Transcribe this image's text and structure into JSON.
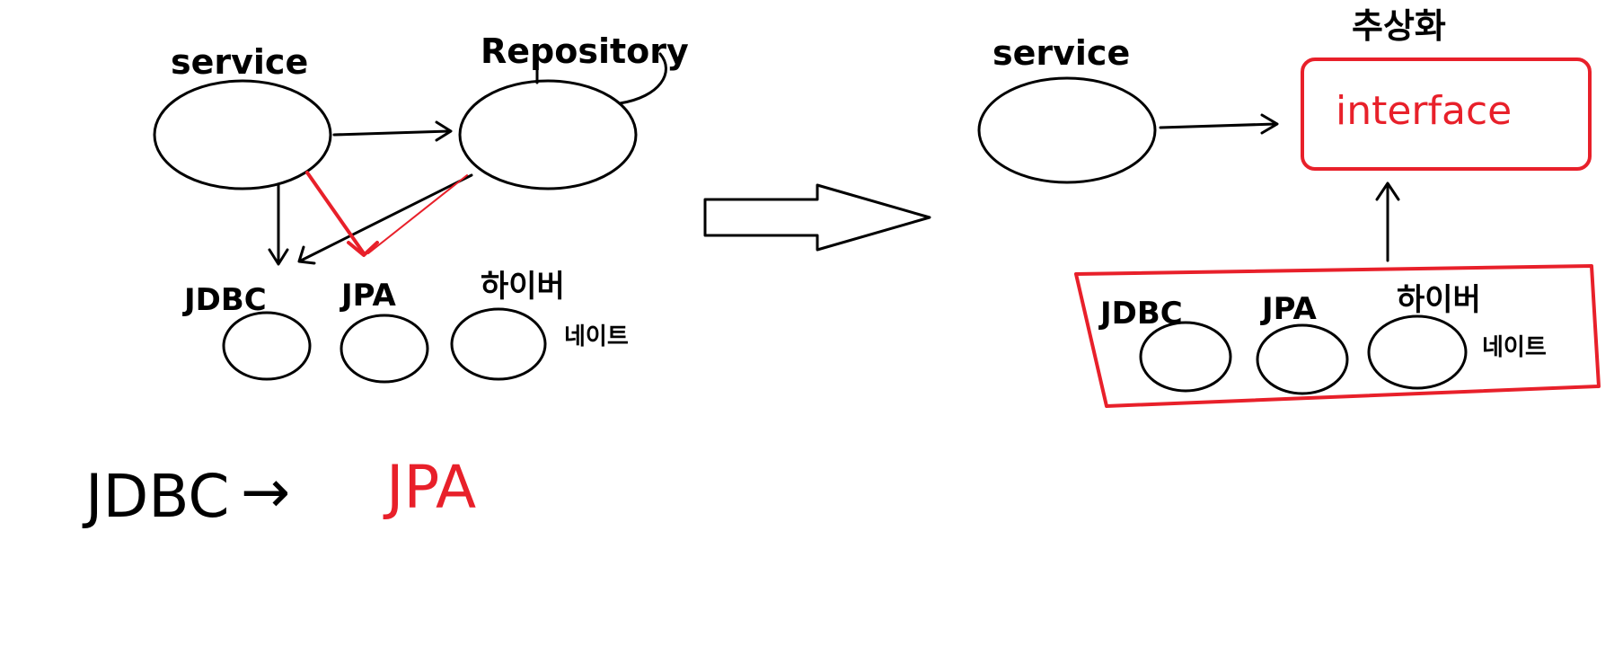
{
  "left_diagram": {
    "service_label": "service",
    "repository_label": "Repository",
    "impl_labels": {
      "jdbc": "JDBC",
      "jpa": "JPA",
      "hibernate_line1": "하이버",
      "hibernate_line2": "네이트"
    }
  },
  "bottom_note": {
    "from": "JDBC",
    "arrow": "→",
    "to": "JPA"
  },
  "right_diagram": {
    "service_label": "service",
    "abstraction_label": "추상화",
    "interface_label": "interface",
    "impl_labels": {
      "jdbc": "JDBC",
      "jpa": "JPA",
      "hibernate_line1": "하이버",
      "hibernate_line2": "네이트"
    }
  },
  "colors": {
    "ink": "#000000",
    "accent": "#e8202a",
    "background": "#ffffff"
  }
}
